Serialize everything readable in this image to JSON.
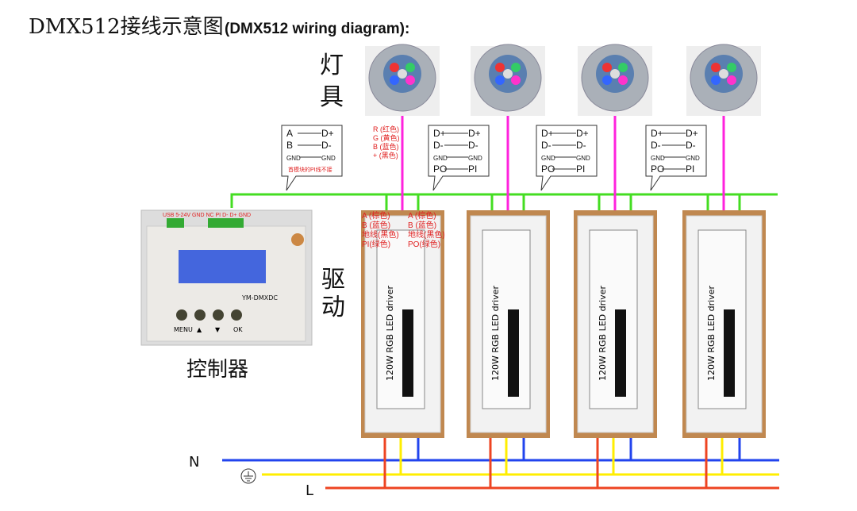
{
  "title": {
    "cn": "DMX512接线示意图",
    "en": "(DMX512 wiring diagram):"
  },
  "labels": {
    "lamp_1": "灯",
    "lamp_2": "具",
    "driver_1": "驱",
    "driver_2": "动",
    "controller": "控制器",
    "N": "N",
    "L": "L"
  },
  "first_callout": {
    "rows": [
      [
        "A",
        "D+"
      ],
      [
        "B",
        "D-"
      ],
      [
        "GND",
        "GND"
      ]
    ],
    "note": "首模块的PI线不接"
  },
  "callout": {
    "rows": [
      [
        "D+",
        "D+"
      ],
      [
        "D-",
        "D-"
      ],
      [
        "GND",
        "GND"
      ],
      [
        "PO",
        "PI"
      ]
    ]
  },
  "lamp_wires": [
    "R (红色)",
    "G (黄色)",
    "B (蓝色)",
    "+ (黑色)"
  ],
  "driver_in_wires": [
    "A (棕色)",
    "B (蓝色)",
    "地线(黑色)",
    "PI(绿色)"
  ],
  "driver_out_wires": [
    "A (棕色)",
    "B (蓝色)",
    "地线(黑色)",
    "PO(绿色)"
  ],
  "controller": {
    "terminal_labels": "USB  5-24V GND     NC PI D- D+ GND",
    "model": "YM-DMXDC",
    "buttons": [
      "MENU",
      "▲",
      "▼",
      "OK"
    ]
  },
  "driver": {
    "product": "120W RGB LED driver"
  },
  "colors": {
    "data_line": "#44dd22",
    "lamp_line": "#ff22dd",
    "neutral": "#2244ee",
    "ground": "#ffee00",
    "live": "#ee4422"
  }
}
